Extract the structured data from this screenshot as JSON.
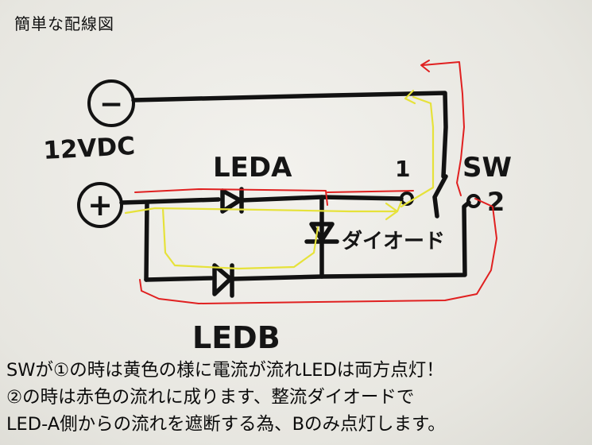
{
  "title": "簡単な配線図",
  "labels": {
    "minus": "−",
    "plus": "+",
    "voltage": "12VDC",
    "led_a": "LEDA",
    "led_b": "LEDB",
    "switch": "SW",
    "terminal_1": "1",
    "terminal_2": "2",
    "diode": "ダイオード"
  },
  "caption": {
    "line1": "SWが①の時は黄色の様に電流が流れLEDは両方点灯！",
    "line2": "②の時は赤色の流れに成ります、整流ダイオードで",
    "line3": "LED-A側からの流れを遮断する為、Bのみ点灯します。"
  },
  "colors": {
    "ink": "#121212",
    "red_flow": "#e02020",
    "yellow_flow": "#e6e23a",
    "paper": "#ecebe6"
  }
}
